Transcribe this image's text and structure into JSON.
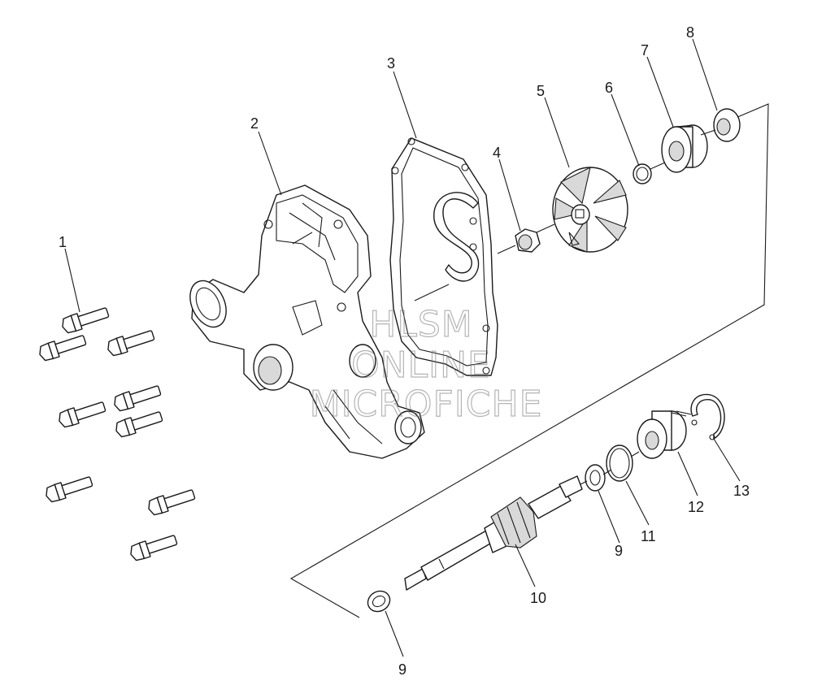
{
  "callouts": {
    "c1": "1",
    "c2": "2",
    "c3": "3",
    "c4": "4",
    "c5": "5",
    "c6": "6",
    "c7": "7",
    "c8": "8",
    "c9a": "9",
    "c9b": "9",
    "c10": "10",
    "c11": "11",
    "c12": "12",
    "c13": "13"
  },
  "watermark": {
    "line1": "HLSM",
    "line2": "ONLINE",
    "line3": "MICROFICHE"
  },
  "colors": {
    "line": "#1a1a1a",
    "background": "#ffffff",
    "watermark": "#777777"
  }
}
